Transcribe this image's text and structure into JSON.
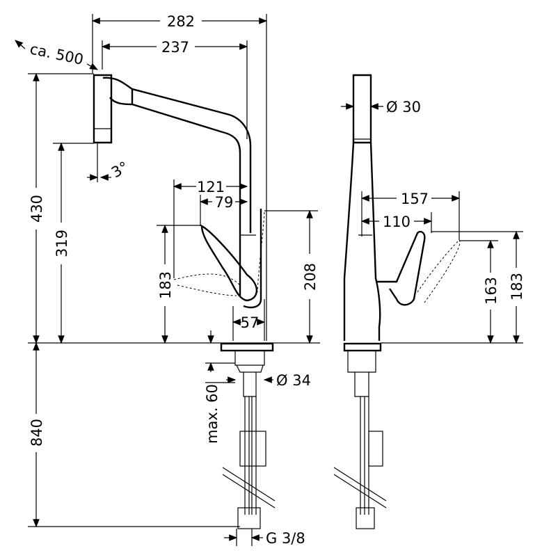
{
  "title": "Kitchen mixer dimension drawing",
  "front_view": {
    "width_total": "282",
    "reach": "237",
    "hose_extension": "ca. 500",
    "height_total": "430",
    "outlet_height": "319",
    "spray_angle": "3°",
    "lever_reach": "121",
    "lever_offset": "79",
    "lever_height": "183",
    "body_height": "208",
    "base_diameter": "57",
    "hose_length": "840",
    "max_deck_thickness": "max. 60",
    "mount_hole": "Ø 34",
    "connection": "G 3/8"
  },
  "side_view": {
    "spray_head_diameter": "Ø 30",
    "lever_depth": "157",
    "lever_depth_inner": "110",
    "lever_height_low": "163",
    "lever_height_high": "183"
  }
}
